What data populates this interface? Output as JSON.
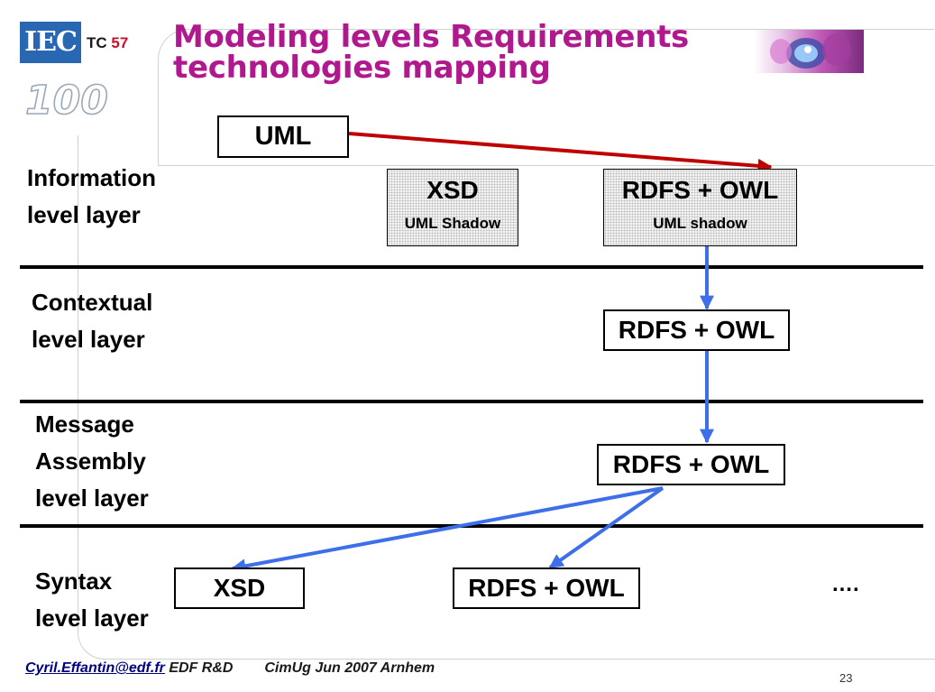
{
  "header": {
    "logo_text": "IEC",
    "logo_subtext": "100",
    "tc_label": "TC",
    "tc_number": "57",
    "title_line1": "Modeling levels Requirements",
    "title_line2": "technologies mapping"
  },
  "layers": {
    "information": [
      "Information",
      "level layer"
    ],
    "contextual": [
      "Contextual",
      "level layer"
    ],
    "message": [
      "Message",
      "Assembly",
      "level layer"
    ],
    "syntax": [
      "Syntax",
      "level layer"
    ]
  },
  "boxes": {
    "uml": "UML",
    "info_xsd": {
      "main": "XSD",
      "sub": "UML Shadow"
    },
    "info_rdfs": {
      "main": "RDFS + OWL",
      "sub": "UML shadow"
    },
    "contextual_rdfs": "RDFS + OWL",
    "message_rdfs": "RDFS + OWL",
    "syntax_xsd": "XSD",
    "syntax_rdfs": "RDFS + OWL"
  },
  "ellipsis": "….",
  "colors": {
    "title": "#b0188e",
    "red_arrow": "#c00000",
    "blue_arrow": "#3d6fe8",
    "iec_blue": "#2a67b3"
  },
  "footer": {
    "email": "Cyril.Effantin@edf.fr",
    "org": "EDF R&D",
    "event": "CimUg Jun 2007 Arnhem",
    "page": "23"
  }
}
